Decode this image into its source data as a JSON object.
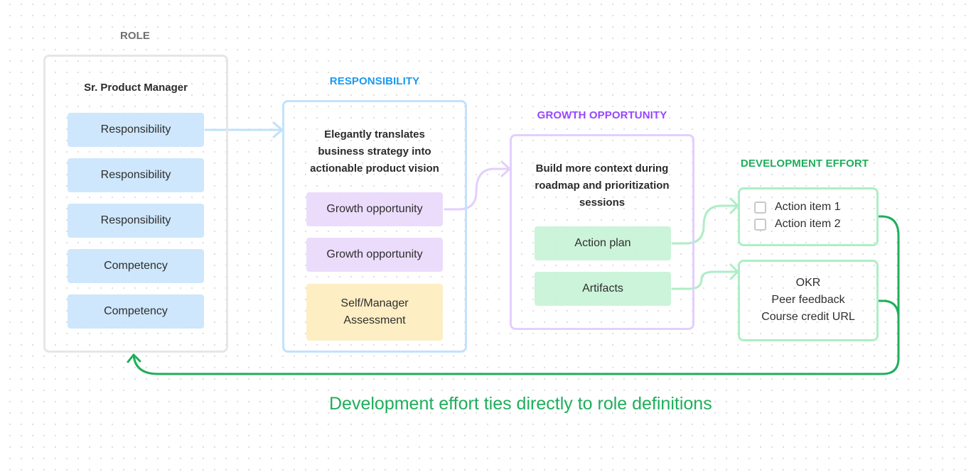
{
  "colors": {
    "role": "#6f6f6f",
    "responsibility": "#1a9af0",
    "growth": "#9747ff",
    "development": "#1fae5b"
  },
  "columns": {
    "role": {
      "label": "ROLE",
      "title": "Sr. Product Manager",
      "items": [
        "Responsibility",
        "Responsibility",
        "Responsibility",
        "Competency",
        "Competency"
      ]
    },
    "responsibility": {
      "label": "RESPONSIBILITY",
      "title_lines": [
        "Elegantly translates",
        "business strategy into",
        "actionable product vision"
      ],
      "items": [
        {
          "label": "Growth opportunity",
          "kind": "purple"
        },
        {
          "label": "Growth opportunity",
          "kind": "purple"
        },
        {
          "label": "Self/Manager Assessment",
          "kind": "yellow"
        }
      ]
    },
    "growth": {
      "label": "GROWTH OPPORTUNITY",
      "title_lines": [
        "Build more context during",
        "roadmap and prioritization",
        "sessions"
      ],
      "items": [
        "Action plan",
        "Artifacts"
      ]
    },
    "development": {
      "label": "DEVELOPMENT EFFORT",
      "action_items": [
        {
          "label": "Action item 1",
          "checked": false
        },
        {
          "label": "Action item 2",
          "checked": false
        }
      ],
      "artifacts": [
        "OKR",
        "Peer feedback",
        "Course credit URL"
      ]
    }
  },
  "caption": "Development effort ties directly to role definitions"
}
